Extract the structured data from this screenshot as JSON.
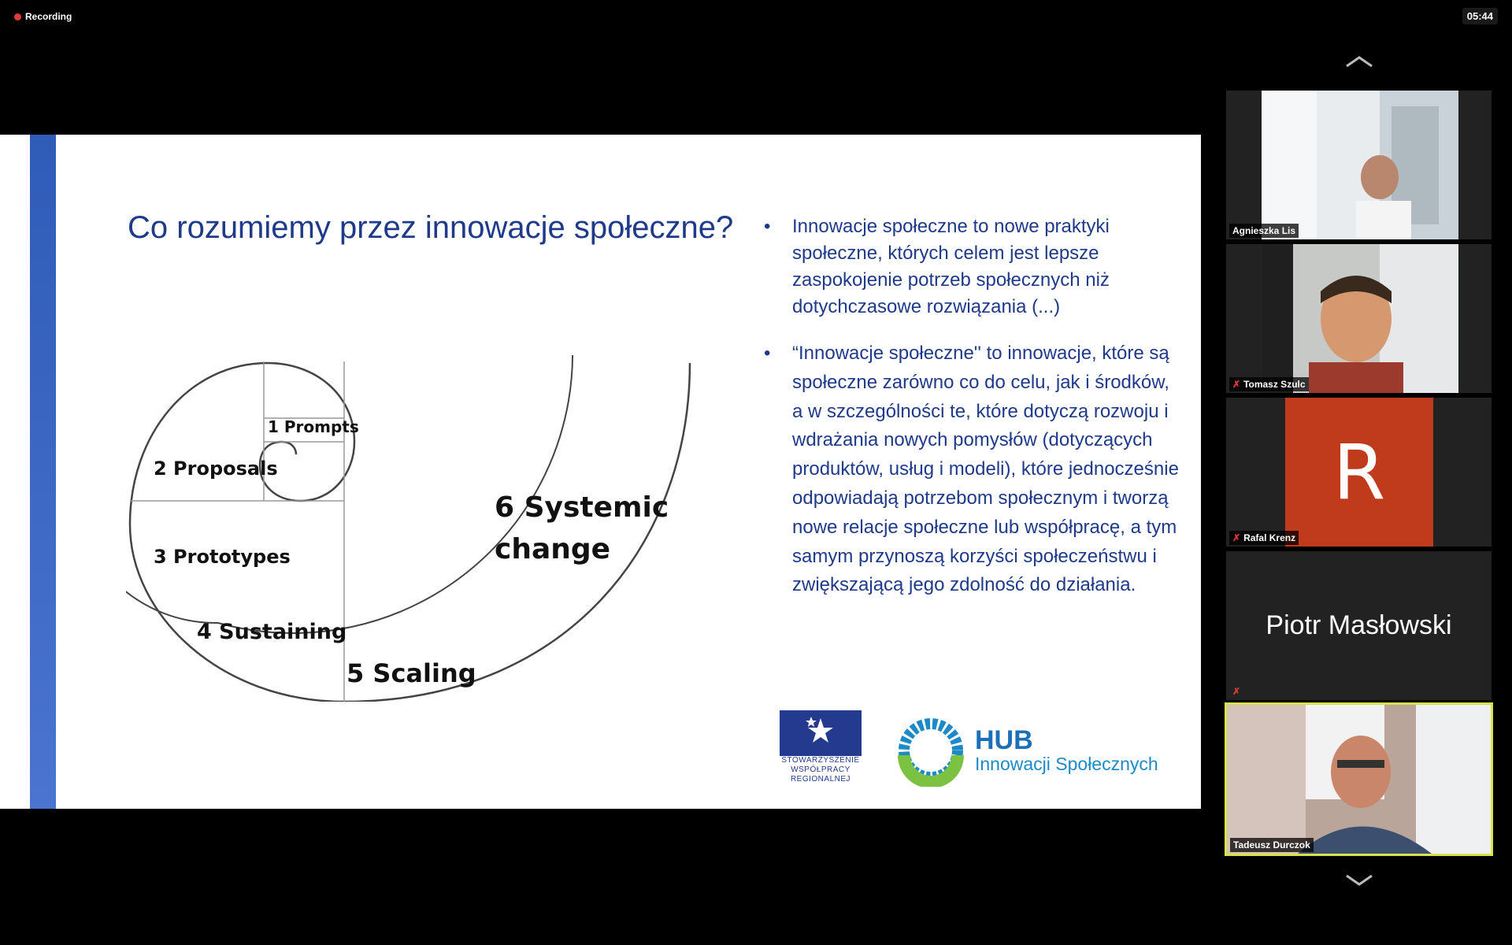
{
  "status": {
    "recording_label": "Recording",
    "timer": "05:44"
  },
  "slide": {
    "title": "Co rozumiemy przez innowacje społeczne?",
    "spiral_labels": [
      "1 Prompts",
      "2 Proposals",
      "3 Prototypes",
      "4 Sustaining",
      "5 Scaling",
      "6 Systemic",
      "change"
    ],
    "bullets": [
      "Innowacje społeczne to nowe praktyki społeczne, których celem jest lepsze zaspokojenie potrzeb społecznych niż dotychczasowe rozwiązania (...)",
      "“Innowacje społeczne'' to innowacje, które są społeczne zarówno co do celu, jak i środków, a w szczególności te, które dotyczą rozwoju i wdrażania nowych pomysłów (dotyczących produktów, usług i modeli), które jednocześnie odpowiadają potrzebom społecznym i tworzą nowe relacje społeczne lub współpracę, a tym samym przynoszą korzyści społeczeństwu i zwiększającą jego zdolność do działania."
    ],
    "logo_ssr_text": [
      "STOWARZYSZENIE",
      "WSPÓŁPRACY",
      "REGIONALNEJ"
    ],
    "logo_hub_title": "HUB",
    "logo_hub_subtitle": "Innowacji Społecznych"
  },
  "participants": [
    {
      "name": "Agnieszka Lis",
      "muted": false
    },
    {
      "name": "Tomasz Szulc",
      "muted": true
    },
    {
      "name": "Rafal Krenz",
      "muted": true,
      "avatar_letter": "R"
    },
    {
      "name": "Piotr Masłowski",
      "muted": true
    },
    {
      "name": "Tadeusz Durczok",
      "muted": false,
      "active": true
    }
  ],
  "colors": {
    "slide_accent": "#1f3a8a",
    "active_border": "#d9e24a",
    "avatar_bg": "#c03a1c",
    "recording_dot": "#e53935"
  }
}
